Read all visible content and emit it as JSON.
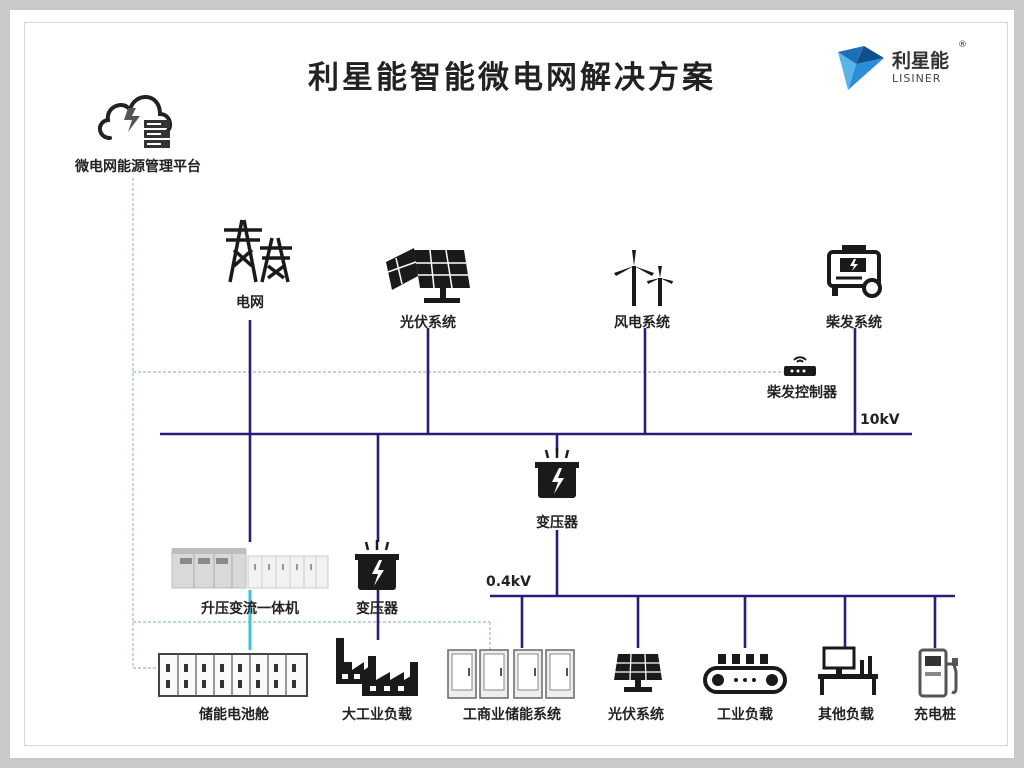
{
  "title": "利星能智能微电网解决方案",
  "logo": {
    "cn": "利星能",
    "en": "LISINER",
    "reg": "®"
  },
  "colors": {
    "bus": "#2d1b7a",
    "dash": "#a9c6d6",
    "cyan": "#3fc3d6",
    "icon": "#1a1a1a"
  },
  "platform": {
    "label": "微电网能源管理平台",
    "icon": "cloud-server-icon"
  },
  "sources": [
    {
      "id": "grid",
      "label": "电网",
      "icon": "power-tower-icon"
    },
    {
      "id": "pv",
      "label": "光伏系统",
      "icon": "solar-panel-icon"
    },
    {
      "id": "wind",
      "label": "风电系统",
      "icon": "wind-turbine-icon"
    },
    {
      "id": "diesel",
      "label": "柴发系统",
      "icon": "diesel-generator-icon"
    }
  ],
  "diesel_controller": {
    "label": "柴发控制器",
    "icon": "controller-icon"
  },
  "bus_high": {
    "label": "10kV"
  },
  "bus_low": {
    "label": "0.4kV"
  },
  "transformer_main": {
    "label": "变压器",
    "icon": "transformer-icon"
  },
  "transformer_left": {
    "label": "变压器",
    "icon": "transformer-icon"
  },
  "pcs": {
    "label": "升压变流一体机",
    "icon": "pcs-cabinet-icon"
  },
  "loads": [
    {
      "id": "storage-cabin",
      "label": "储能电池舱",
      "icon": "battery-cabin-icon"
    },
    {
      "id": "heavy-industry",
      "label": "大工业负载",
      "icon": "factory-icon"
    },
    {
      "id": "ci-storage",
      "label": "工商业储能系统",
      "icon": "storage-cabinet-icon"
    },
    {
      "id": "pv-low",
      "label": "光伏系统",
      "icon": "solar-panel-icon"
    },
    {
      "id": "industrial",
      "label": "工业负载",
      "icon": "conveyor-icon"
    },
    {
      "id": "other",
      "label": "其他负载",
      "icon": "office-desk-icon"
    },
    {
      "id": "charger",
      "label": "充电桩",
      "icon": "ev-charger-icon"
    }
  ]
}
